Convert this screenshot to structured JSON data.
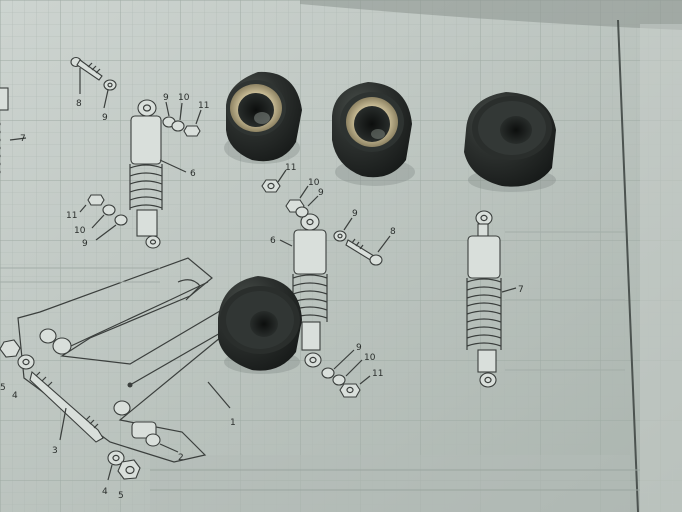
{
  "callouts": {
    "c1": "1",
    "c2": "2",
    "c3": "3",
    "c4a": "4",
    "c4b": "4",
    "c5a": "5",
    "c5b": "5",
    "c6a": "6",
    "c6b": "6",
    "c7a": "7",
    "c7b": "7",
    "c8a": "8",
    "c8b": "8",
    "c9a": "9",
    "c9b": "9",
    "c9c": "9",
    "c9d": "9",
    "c9e": "9",
    "c9f": "9",
    "c10a": "10",
    "c10b": "10",
    "c10c": "10",
    "c10d": "10",
    "c11a": "11",
    "c11b": "11",
    "c11c": "11",
    "c11d": "11"
  },
  "colors": {
    "paper": "#c4ccc7",
    "grid": "#a8b3ad",
    "ink": "#3b3f3d",
    "rubber": "#262a28",
    "rubber_edge": "#3c413e",
    "metal_sleeve": "#a79a72"
  }
}
